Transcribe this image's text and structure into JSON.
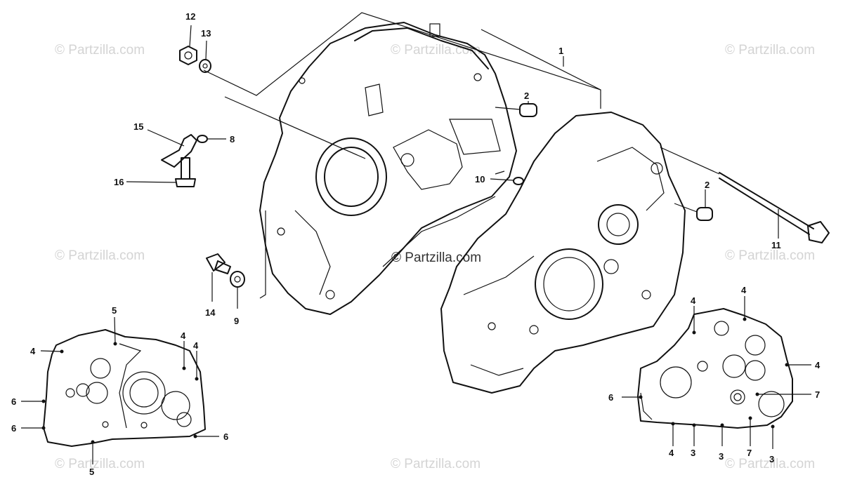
{
  "watermarks": {
    "brand": "© Partzilla.com",
    "center": "© Partzilla.com"
  },
  "callouts": {
    "c1": "1",
    "c2a": "2",
    "c2b": "2",
    "c3a": "3",
    "c3b": "3",
    "c3c": "3",
    "c4a": "4",
    "c4b": "4",
    "c4c": "4",
    "c4d": "4",
    "c4e": "4",
    "c4f": "4",
    "c4g": "4",
    "c5a": "5",
    "c5b": "5",
    "c6a": "6",
    "c6b": "6",
    "c6c": "6",
    "c6d": "6",
    "c7a": "7",
    "c7b": "7",
    "c8": "8",
    "c9": "9",
    "c10": "10",
    "c11": "11",
    "c12": "12",
    "c13": "13",
    "c14": "14",
    "c15": "15",
    "c16": "16"
  },
  "colors": {
    "ink": "#111111",
    "watermark": "#d4d4d4",
    "background": "#ffffff"
  }
}
